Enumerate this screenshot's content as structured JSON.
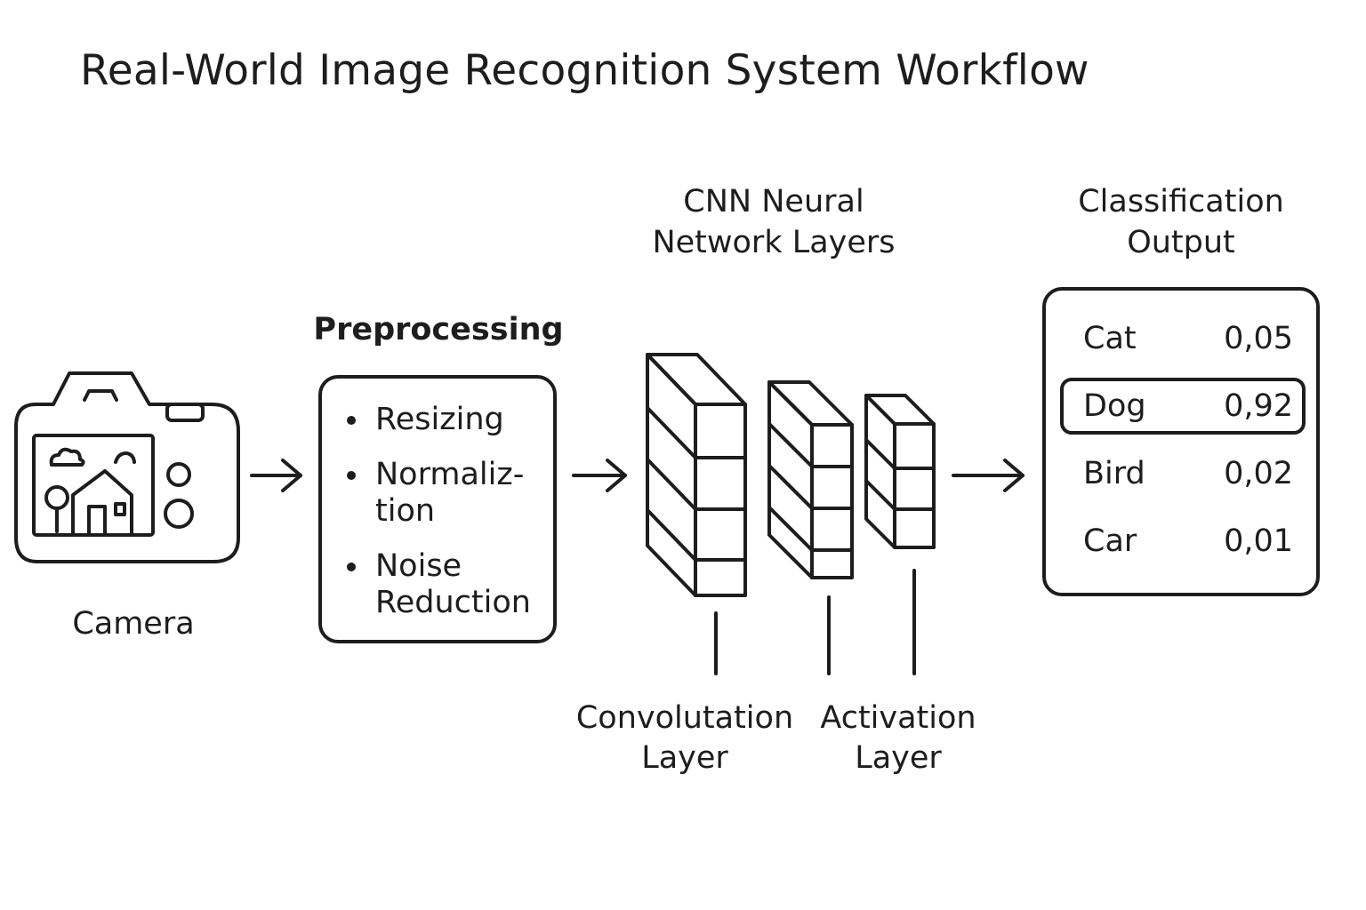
{
  "title": "Real-World Image Recognition System Workflow",
  "camera": {
    "label": "Camera",
    "icon": "camera-icon"
  },
  "preprocessing": {
    "heading": "Preprocessing",
    "steps": [
      {
        "line1": "Resizing",
        "line2": ""
      },
      {
        "line1": "Normaliz-",
        "line2": "tion"
      },
      {
        "line1": "Noise",
        "line2": "Reduction"
      }
    ]
  },
  "cnn": {
    "heading_line1": "CNN Neural",
    "heading_line2": "Network Layers",
    "convolution_label_line1": "Convolutation",
    "convolution_label_line2": "Layer",
    "activation_label_line1": "Activation",
    "activation_label_line2": "Layer"
  },
  "output": {
    "heading_line1": "Classification",
    "heading_line2": "Output",
    "rows": [
      {
        "class": "Cat",
        "score": "0,05",
        "highlighted": false
      },
      {
        "class": "Dog",
        "score": "0,92",
        "highlighted": true
      },
      {
        "class": "Bird",
        "score": "0,02",
        "highlighted": false
      },
      {
        "class": "Car",
        "score": "0,01",
        "highlighted": false
      }
    ]
  },
  "colors": {
    "stroke": "#1d1d1d",
    "background": "#ffffff"
  }
}
